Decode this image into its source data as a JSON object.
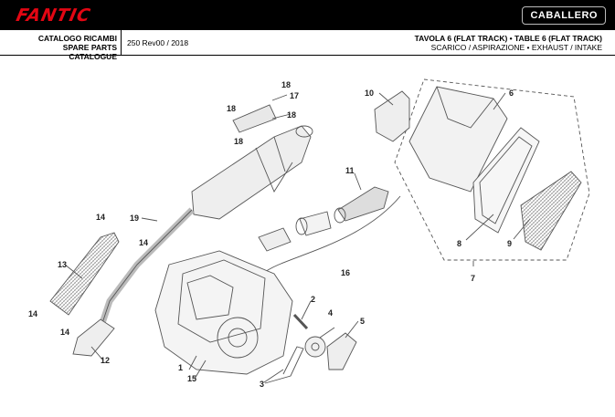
{
  "header": {
    "brand": "FANTIC",
    "model_badge": "CABALLERO",
    "catalog_it": "CATALOGO RICAMBI",
    "catalog_en": "SPARE PARTS CATALOGUE",
    "revision": "250 Rev00 / 2018",
    "table_title": "TAVOLA 6 (FLAT TRACK) • TABLE 6 (FLAT TRACK)",
    "table_subtitle": "SCARICO / ASPIRAZIONE • EXHAUST / INTAKE"
  },
  "diagram": {
    "callouts": [
      "1",
      "2",
      "3",
      "4",
      "5",
      "6",
      "7",
      "8",
      "9",
      "10",
      "11",
      "12",
      "13",
      "14",
      "14",
      "14",
      "14",
      "15",
      "16",
      "17",
      "18",
      "18",
      "18",
      "18",
      "19"
    ]
  },
  "colors": {
    "brand_red": "#e30613",
    "line": "#555555"
  }
}
